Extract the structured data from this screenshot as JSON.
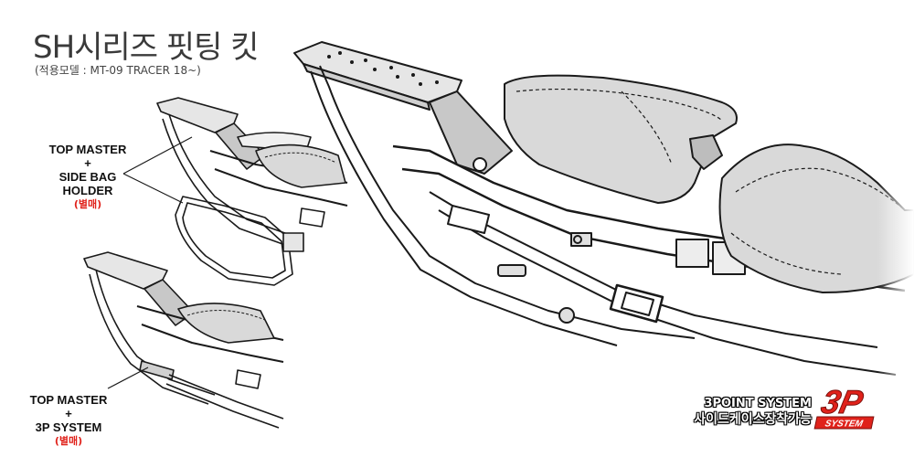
{
  "header": {
    "title": "SH시리즈 핏팅 킷",
    "subtitle": "(적용모델 : MT-09 TRACER 18~)"
  },
  "callouts": [
    {
      "line1": "TOP MASTER",
      "line2": "+",
      "line3": "SIDE BAG",
      "line4": "HOLDER",
      "note": "(별매)"
    },
    {
      "line1": "TOP MASTER",
      "line2": "+",
      "line3": "3P SYSTEM",
      "note": "(별매)"
    }
  ],
  "badge": {
    "line1": "3POINT SYSTEM",
    "line2": "사이드케이스장착가능",
    "logo_big": "3P",
    "logo_small": "SYSTEM",
    "logo_color": "#e0221b"
  },
  "colors": {
    "accent_red": "#e0221b",
    "line_art": "#1a1a1a",
    "seat_fill": "#d9d9d9"
  }
}
